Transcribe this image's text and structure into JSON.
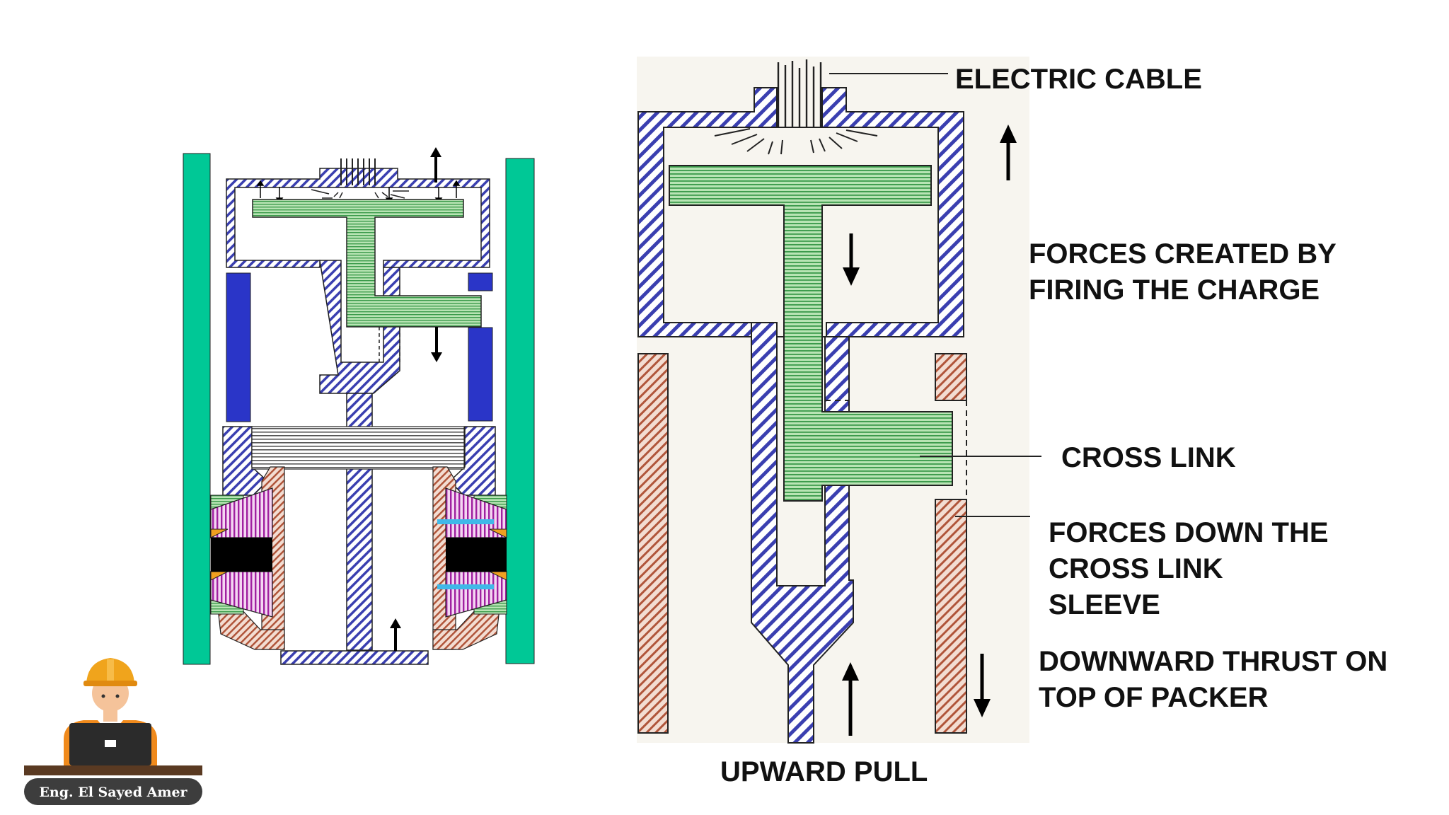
{
  "labels": {
    "electric_cable": "ELECTRIC CABLE",
    "forces_created_line1": "FORCES CREATED BY",
    "forces_created_line2": "FIRING THE CHARGE",
    "cross_link": "CROSS LINK",
    "forces_down_line1": "FORCES DOWN THE",
    "forces_down_line2": "CROSS LINK",
    "forces_down_line3": "SLEEVE",
    "downward_thrust_line1": "DOWNWARD THRUST ON",
    "downward_thrust_line2": "TOP OF PACKER",
    "upward_pull": "UPWARD PULL"
  },
  "badge": {
    "author": "Eng. El Sayed Amer"
  },
  "colors": {
    "casing": "#00c896",
    "housing_hatch": "#3a3fb0",
    "piston_green": "#3a9a4a",
    "piston_fill": "#a8dca8",
    "sleeve_hatch": "#b0553a",
    "block_blue": "#2a35c8",
    "slip_purple": "#a020a0",
    "seal_black": "#000000",
    "wedge_orange": "#f0a020",
    "band_cyan": "#40b8e8",
    "text": "#111111"
  }
}
